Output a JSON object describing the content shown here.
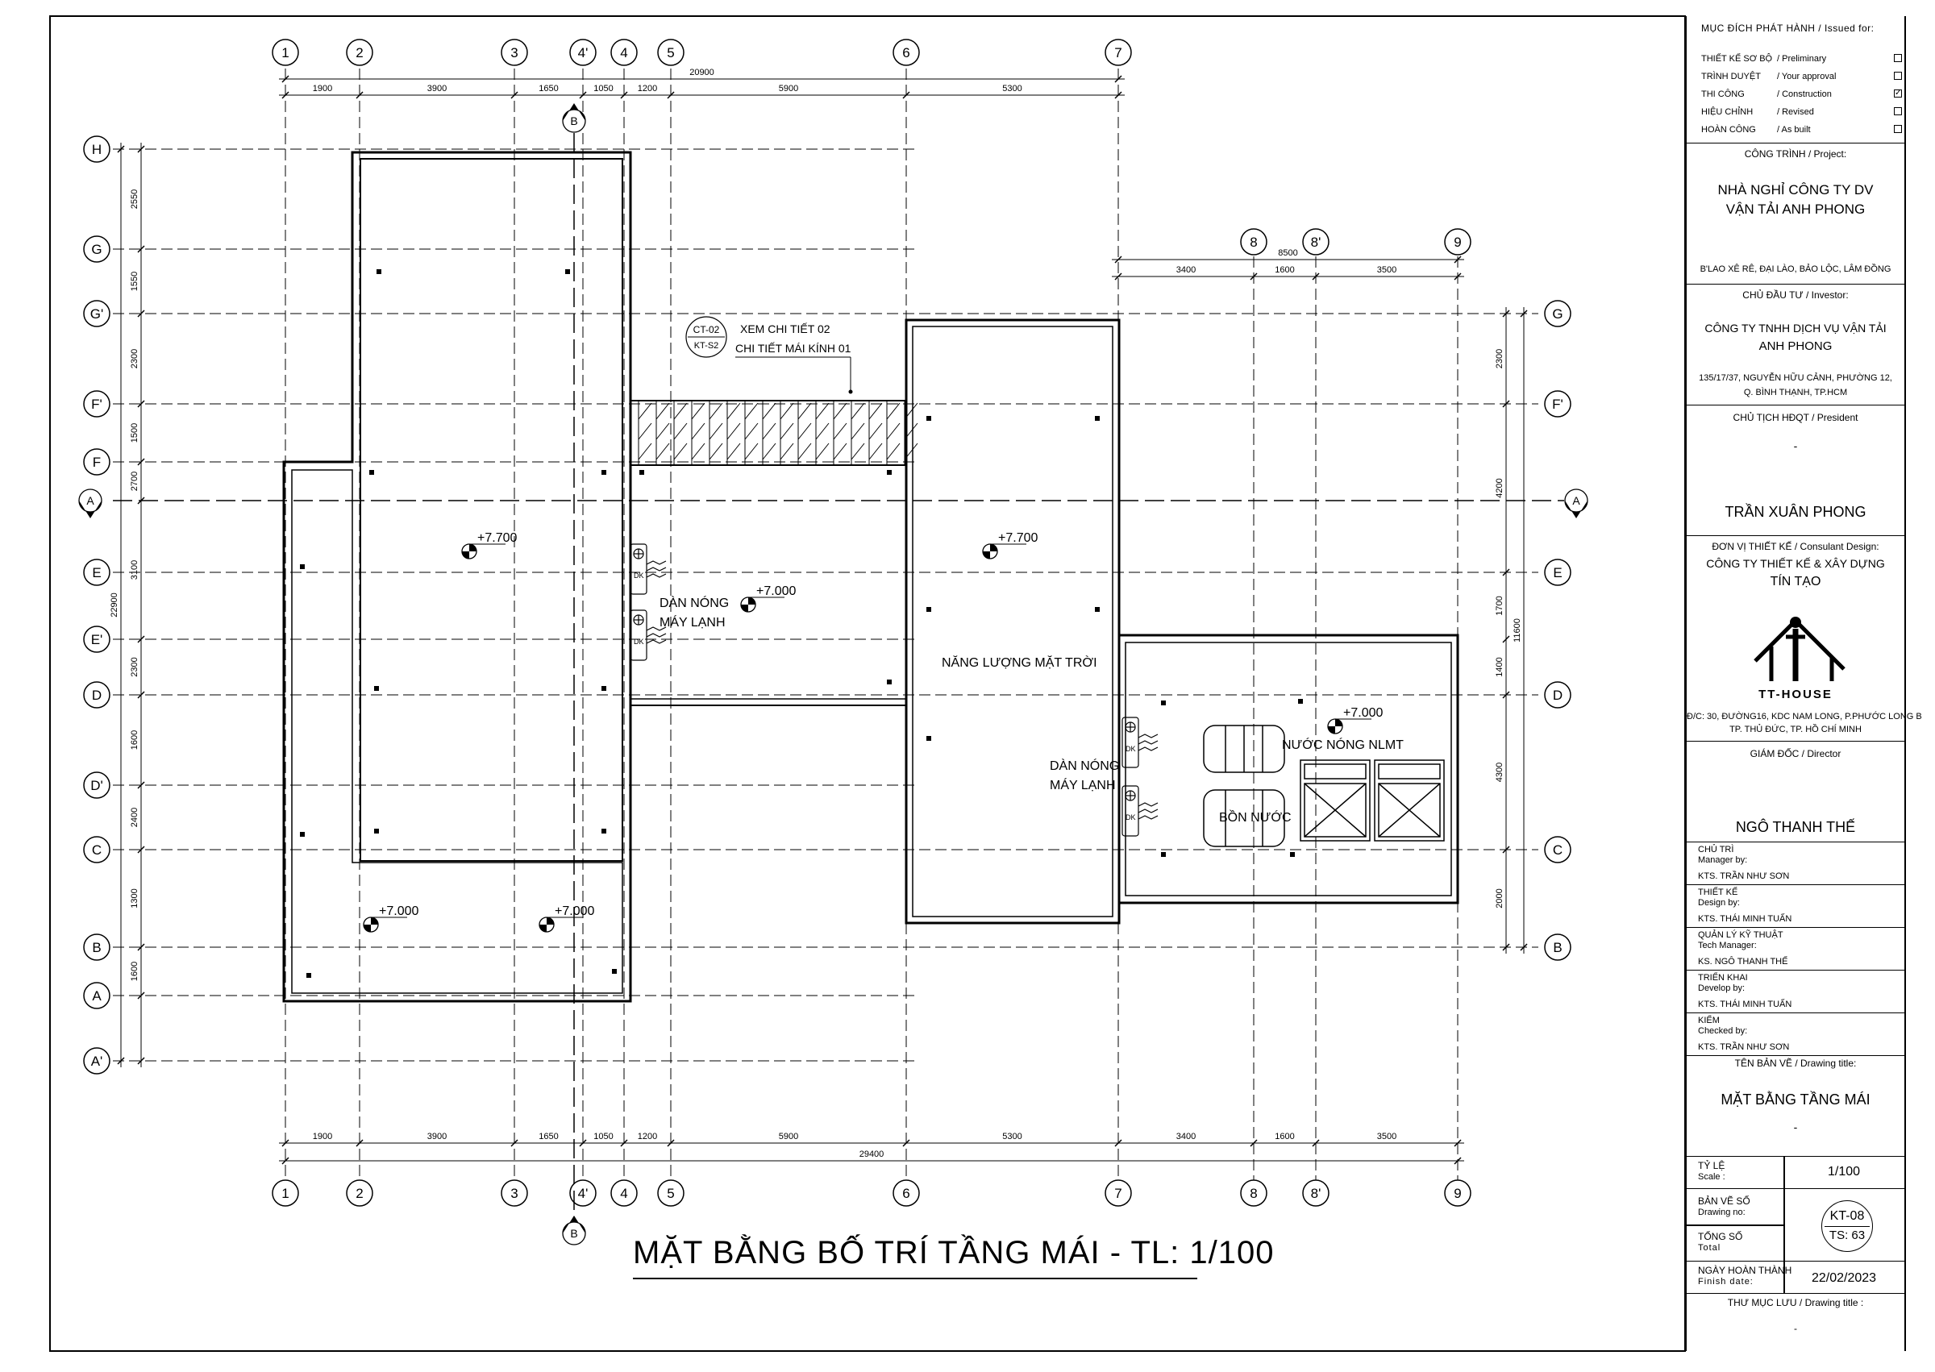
{
  "drawing": {
    "title": "MẶT BẰNG BỐ TRÍ TẦNG MÁI - TL: 1/100",
    "grid_top": [
      "1",
      "2",
      "3",
      "4'",
      "4",
      "5",
      "6",
      "7"
    ],
    "grid_right_top": [
      "8",
      "8'",
      "9"
    ],
    "grid_left": [
      "H",
      "G",
      "G'",
      "F'",
      "F",
      "E",
      "E'",
      "D",
      "D'",
      "C",
      "B",
      "A",
      "A'"
    ],
    "grid_right": [
      "G",
      "F'",
      "E",
      "D",
      "C",
      "B"
    ],
    "dims_top_total": "20900",
    "dims_top": [
      "1900",
      "3900",
      "1650",
      "1050",
      "1200",
      "5900",
      "5300"
    ],
    "dims_right_top_total": "8500",
    "dims_right_top": [
      "3400",
      "1600",
      "3500"
    ],
    "dims_bottom": [
      "1900",
      "3900",
      "1650",
      "1050",
      "1200",
      "5900",
      "5300",
      "3400",
      "1600",
      "3500"
    ],
    "dims_bottom_total": "29400",
    "dims_left": [
      "2550",
      "1550",
      "2300",
      "1500",
      "2700",
      "3100",
      "2300",
      "1600",
      "2400",
      "1300",
      "1600"
    ],
    "dims_left_total": "22900",
    "dims_right": [
      "2300",
      "4200",
      "1700",
      "1400",
      "4300",
      "2000"
    ],
    "dims_right_total": "11600",
    "section_a": "A",
    "section_b": "B",
    "detail_ref_top": "CT-02",
    "detail_ref_bottom": "KT-S2",
    "detail_note_1": "XEM CHI TIẾT 02",
    "detail_note_2": "CHI TIẾT MÁI KÍNH 01",
    "level_770": "+7.700",
    "level_700": "+7.000",
    "label_ac_1": "DÀN NÓNG",
    "label_ac_2": "MÁY LẠNH",
    "label_solar": "NĂNG LƯỢNG MẶT TRỜI",
    "label_hot_water": "NƯỚC NÓNG NLMT",
    "label_tank": "BỒN NƯỚC",
    "dk": "DK"
  },
  "titleblock": {
    "issued_for": "MỤC ĐÍCH PHÁT HÀNH / Issued for:",
    "issues": [
      {
        "vi": "THIẾT KẾ SƠ BỘ",
        "en": "/ Preliminary",
        "checked": false
      },
      {
        "vi": "TRÌNH DUYỆT",
        "en": "/ Your approval",
        "checked": false
      },
      {
        "vi": "THI CÔNG",
        "en": "/ Construction",
        "checked": true
      },
      {
        "vi": "HIỆU CHỈNH",
        "en": "/ Revised",
        "checked": false
      },
      {
        "vi": "HOÀN CÔNG",
        "en": "/ As built",
        "checked": false
      }
    ],
    "project_label": "CÔNG TRÌNH / Project:",
    "project_name_1": "NHÀ NGHỈ CÔNG TY DV",
    "project_name_2": "VẬN TẢI ANH PHONG",
    "project_address": "B'LAO XÊ RÊ, ĐẠI LÀO, BẢO LỘC, LÂM ĐỒNG",
    "investor_label": "CHỦ ĐẦU TƯ / Investor:",
    "investor_1": "CÔNG TY TNHH DỊCH VỤ VẬN TẢI",
    "investor_2": "ANH PHONG",
    "investor_addr_1": "135/17/37, NGUYỄN HỮU CẢNH, PHƯỜNG 12,",
    "investor_addr_2": "Q. BÌNH THẠNH, TP.HCM",
    "president_label": "CHỦ TỊCH HĐQT / President",
    "dash": "-",
    "president_name": "TRẦN XUÂN PHONG",
    "consultant_label": "ĐƠN VỊ THIẾT KẾ / Consulant Design:",
    "consultant_1": "CÔNG TY THIẾT KẾ & XÂY DỰNG",
    "consultant_2": "TÍN TẠO",
    "logo_text": "TT-HOUSE",
    "consultant_addr_1": "Đ/C: 30, ĐƯỜNG16, KDC NAM LONG, P.PHƯỚC LONG B",
    "consultant_addr_2": "TP. THỦ ĐỨC, TP. HỒ CHÍ MINH",
    "director_label": "GIÁM ĐỐC / Director",
    "director_name": "NGÔ THANH THẾ",
    "roles": [
      {
        "vi": "CHỦ TRÌ",
        "en": "Manager by:",
        "name": "KTS. TRẦN NHƯ SƠN"
      },
      {
        "vi": "THIẾT KẾ",
        "en": "Design by:",
        "name": "KTS. THÁI MINH TUẤN"
      },
      {
        "vi": "QUẢN LÝ KỸ THUẬT",
        "en": "Tech Manager:",
        "name": "KS. NGÔ THANH THẾ"
      },
      {
        "vi": "TRIỂN KHAI",
        "en": "Develop by:",
        "name": "KTS. THÁI MINH TUẤN"
      },
      {
        "vi": "KIỂM",
        "en": "Checked by:",
        "name": "KTS.  TRẦN NHƯ SƠN"
      }
    ],
    "drawing_title_label": "TÊN BẢN VẼ / Drawing title:",
    "drawing_title": "MẶT BẰNG TẦNG MÁI",
    "scale_vi": "TỶ LỆ",
    "scale_en": "Scale :",
    "scale": "1/100",
    "drawing_no_vi": "BẢN VẼ SỐ",
    "drawing_no_en": "Drawing no:",
    "drawing_no": "KT-08",
    "total_vi": "TỔNG SỐ",
    "total_en": "Total",
    "total": "TS: 63",
    "finish_vi": "NGÀY HOÀN THÀNH",
    "finish_en": "Finish date:",
    "finish_date": "22/02/2023",
    "archive_label": "THƯ MỤC LƯU / Drawing title :"
  }
}
